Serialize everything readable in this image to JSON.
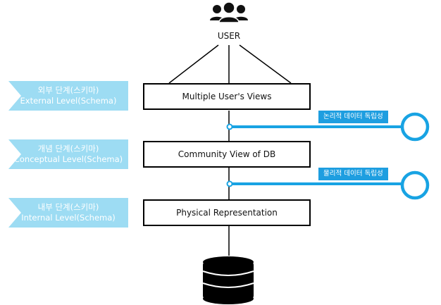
{
  "user": {
    "label": "USER",
    "icon": "users-icon"
  },
  "levels": [
    {
      "korean": "외부 단계(스키마)",
      "english": "External Level(Schema)",
      "box": "Multiple User's Views"
    },
    {
      "korean": "개념 단계(스키마)",
      "english": "Conceptual Level(Schema)",
      "box": "Community View of DB"
    },
    {
      "korean": "내부 단계(스키마)",
      "english": "Internal Level(Schema)",
      "box": "Physical Representation"
    }
  ],
  "independence": [
    {
      "label": "논리적 데이터 독립성"
    },
    {
      "label": "물리적 데이터 독립성"
    }
  ],
  "database": {
    "icon": "database-icon"
  },
  "colors": {
    "tag_bg": "#9ddcf3",
    "independence_blue": "#1e9ee0",
    "ring_blue": "#18a3e3",
    "line": "#000000"
  }
}
